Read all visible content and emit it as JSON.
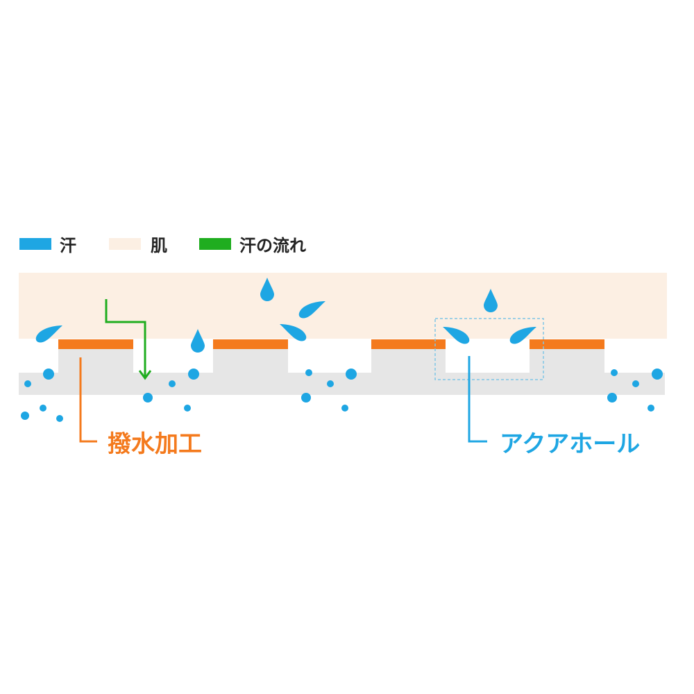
{
  "legend": {
    "sweat": {
      "label": "汗",
      "color": "#1ea6e3"
    },
    "skin": {
      "label": "肌",
      "color": "#fcefe3"
    },
    "sweat_flow": {
      "label": "汗の流れ",
      "color": "#1fad1f"
    }
  },
  "callouts": {
    "water_repellent": {
      "label": "撥水加工",
      "color": "#f47a1d"
    },
    "aqua_hole": {
      "label": "アクアホール",
      "color": "#1ea6e3"
    }
  },
  "colors": {
    "skin": "#fcefe3",
    "fabric": "#e6e6e6",
    "coating": "#f47a1d",
    "sweat": "#1ea6e3",
    "flow": "#1fad1f",
    "hole_outline": "#7fc6e6"
  }
}
